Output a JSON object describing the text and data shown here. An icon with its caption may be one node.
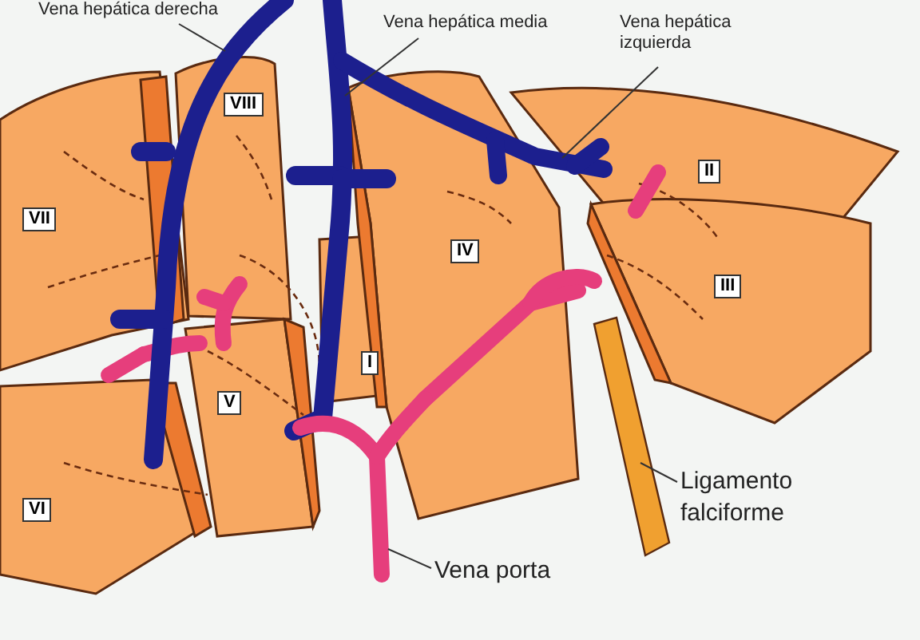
{
  "diagram": {
    "nodes": [
      {
        "text": [
          "Vena hepática derecha"
        ]
      },
      {
        "text": [
          "Vena hepática media"
        ]
      },
      {
        "text": [
          "Vena hepática izquierda"
        ]
      },
      {
        "text": [
          "Ligamento falciforme"
        ]
      },
      {
        "text": [
          "Vena porta"
        ]
      },
      {
        "text": [],
        "shape": "picture"
      },
      {
        "text": [],
        "shape": "picture"
      },
      {
        "text": [],
        "shape": "picture"
      },
      {
        "text": [],
        "shape": "picture"
      },
      {
        "text": [],
        "shape": "picture"
      }
    ],
    "edges": [
      {
        "from": 0,
        "to": 5,
        "arrow": "none"
      },
      {
        "from": 1,
        "to": 6,
        "arrow": "none"
      },
      {
        "from": 2,
        "to": 7,
        "arrow": "none"
      },
      {
        "from": 3,
        "to": 8,
        "arrow": "none"
      },
      {
        "from": 4,
        "to": 9,
        "arrow": "none"
      }
    ],
    "labels": [
      "VIII",
      "VII",
      "IV",
      "II",
      "III",
      "I",
      "V",
      "VI"
    ]
  }
}
